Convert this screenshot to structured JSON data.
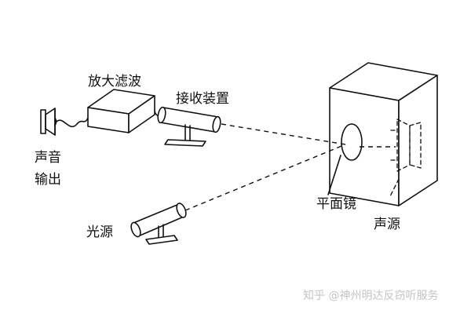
{
  "labels": {
    "amplifier_filter": "放大滤波",
    "receiver": "接收装置",
    "audio_output_line1": "声音",
    "audio_output_line2": "输出",
    "flat_mirror": "平面镜",
    "sound_source": "声源",
    "light_source": "光源"
  },
  "watermark": {
    "text": "知乎 @神州明达反窃听服务"
  },
  "colors": {
    "ink": "#111111",
    "watermark": "#c4c4c4",
    "background": "#ffffff"
  }
}
